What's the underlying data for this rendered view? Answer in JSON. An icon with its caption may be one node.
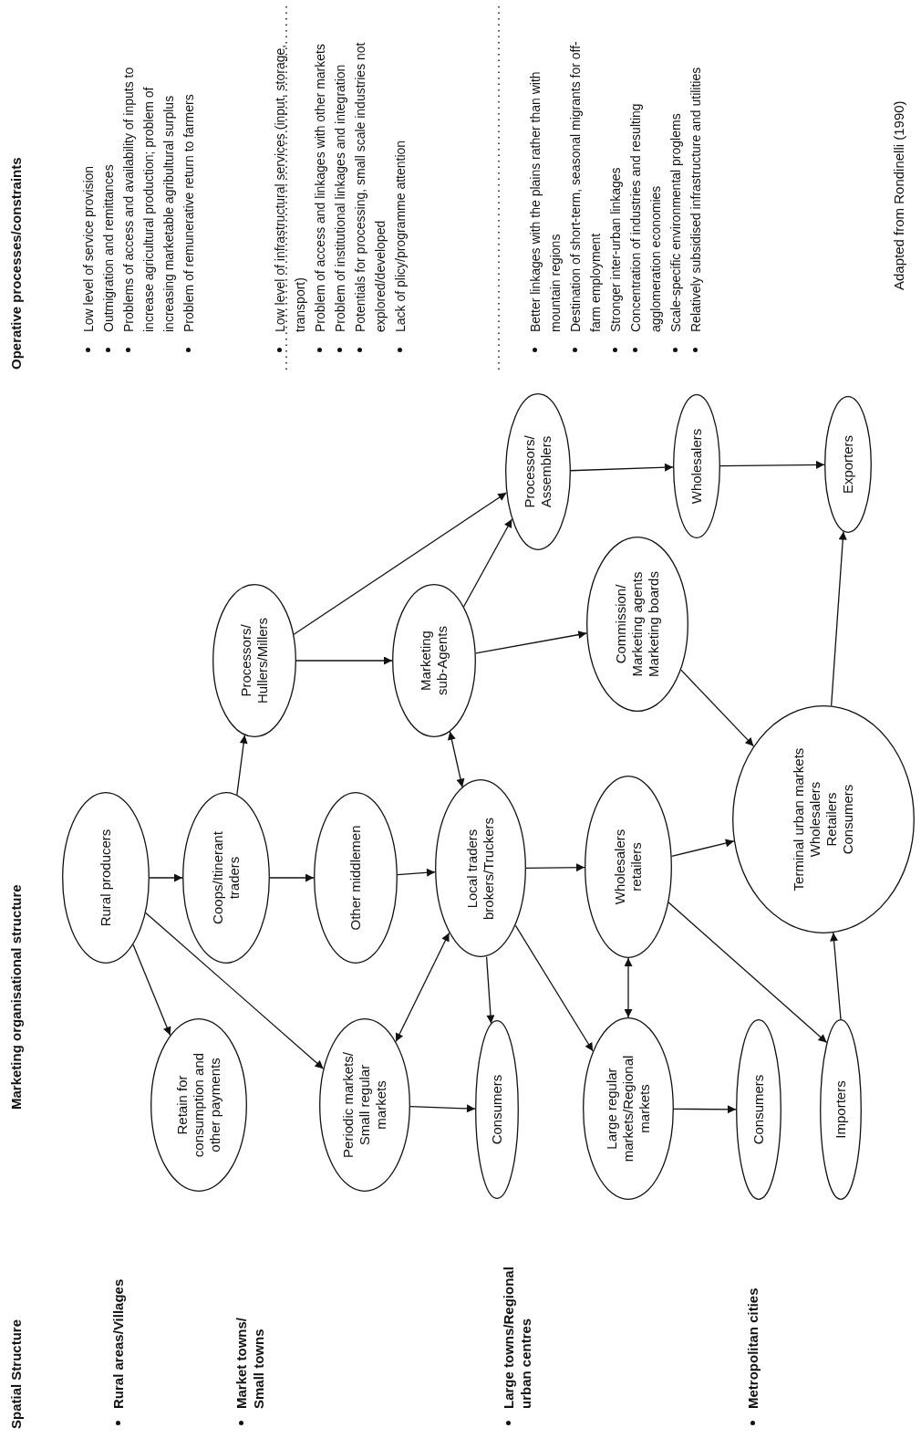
{
  "diagram": {
    "nodes": [
      {
        "text": [
          "Rural producers"
        ]
      },
      {
        "text": [
          "Coops/Itinerant traders"
        ]
      },
      {
        "text": [
          "Other middlemen"
        ]
      },
      {
        "text": [
          "Local traders brokers/Truckers"
        ]
      },
      {
        "text": [
          "Wholesalers retailers"
        ]
      },
      {
        "text": [
          "Terminal urban markets",
          "Wholesalers",
          "Retailers",
          "Consumers"
        ]
      },
      {
        "text": [
          "Retain for consumption and other payments"
        ]
      },
      {
        "text": [
          "Periodic markets/ Small regular markets"
        ]
      },
      {
        "text": [
          "Consumers"
        ]
      },
      {
        "text": [
          "Large regular markets/Regional markets"
        ]
      },
      {
        "text": [
          "Consumers"
        ]
      },
      {
        "text": [
          "Importers"
        ]
      },
      {
        "text": [
          "Processors/ Hullers/Millers"
        ]
      },
      {
        "text": [
          "Marketing sub-Agents"
        ]
      },
      {
        "text": [
          "Commission/ Marketing agents Marketing boards"
        ]
      },
      {
        "text": [
          "Processors/ Assemblers"
        ]
      },
      {
        "text": [
          "Wholesalers"
        ]
      },
      {
        "text": [
          "Exporters"
        ]
      }
    ],
    "edges": [
      {
        "from": 0,
        "to": 1,
        "arrow": "to"
      },
      {
        "from": 1,
        "to": 2,
        "arrow": "to"
      },
      {
        "from": 2,
        "to": 3,
        "arrow": "to"
      },
      {
        "from": 0,
        "to": 6,
        "arrow": "to"
      },
      {
        "from": 0,
        "to": 7,
        "arrow": "to"
      },
      {
        "from": 1,
        "to": 12,
        "arrow": "to"
      },
      {
        "from": 12,
        "to": 13,
        "arrow": "to"
      },
      {
        "from": 12,
        "to": 15,
        "arrow": "to"
      },
      {
        "from": 13,
        "to": 15,
        "arrow": "to"
      },
      {
        "from": 3,
        "to": 13,
        "arrow": "both"
      },
      {
        "from": 3,
        "to": 7,
        "arrow": "both"
      },
      {
        "from": 7,
        "to": 8,
        "arrow": "to"
      },
      {
        "from": 3,
        "to": 4,
        "arrow": "to"
      },
      {
        "from": 3,
        "to": 8,
        "arrow": "to"
      },
      {
        "from": 3,
        "to": 9,
        "arrow": "to"
      },
      {
        "from": 4,
        "to": 9,
        "arrow": "both"
      },
      {
        "from": 4,
        "to": 5,
        "arrow": "to"
      },
      {
        "from": 4,
        "to": 11,
        "arrow": "to"
      },
      {
        "from": 11,
        "to": 5,
        "arrow": "to"
      },
      {
        "from": 9,
        "to": 10,
        "arrow": "to"
      },
      {
        "from": 13,
        "to": 14,
        "arrow": "to"
      },
      {
        "from": 14,
        "to": 5,
        "arrow": "to"
      },
      {
        "from": 15,
        "to": 16,
        "arrow": "to"
      },
      {
        "from": 16,
        "to": 17,
        "arrow": "to"
      },
      {
        "from": 5,
        "to": 17,
        "arrow": "to"
      }
    ],
    "labels": [
      "Spatial Structure",
      "Rural areas/Villages",
      "Market towns/ Small towns",
      "Large towns/Regional urban centres",
      "Metropolitan cities",
      "Marketing organisational structure",
      "Operative processes/constraints",
      "Low level of service provision",
      "Outmigration and remittances",
      "Problems of access and availability of inputs to increase agricultural production; problem of increasing marketable agribultural surplus",
      "Problem of remunerative return to farmers",
      "Low level of infrastructural services (input, storage, transport)",
      "Problem of access and linkages with other markets",
      "Problem of institutional linkages and integration",
      "Potentials for processing, small scale industries not explored/developed",
      "Lack of plicy/programme attention",
      "Better linkages with the plains rather than with mountain regions",
      "Destination of short-term, seasonal migrants for off-farm employment",
      "Stronger inter-urban linkages",
      "Concentration of industries and resulting agglomeration economies",
      "Scale-specific environmental proglems",
      "Relatively subsidised infrastructure and utilities",
      "Adapted from Rondinelli (1990)"
    ]
  }
}
